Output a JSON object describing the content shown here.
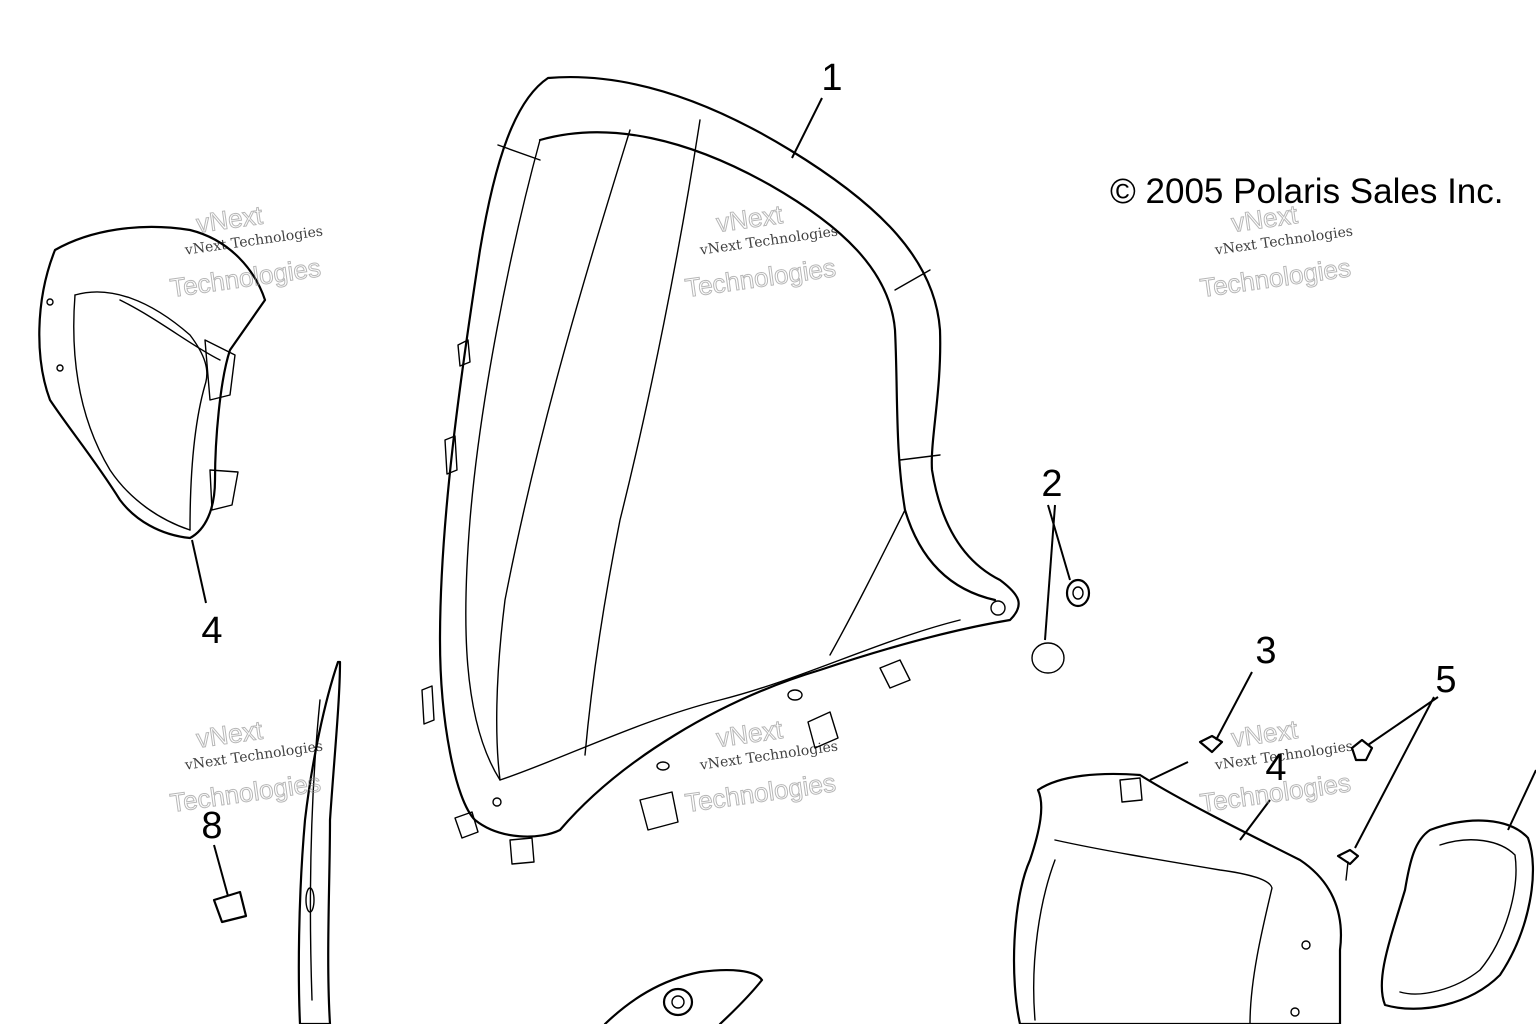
{
  "copyright": "© 2005 Polaris Sales Inc.",
  "callouts": {
    "c1": "1",
    "c2": "2",
    "c3": "3",
    "c4a": "4",
    "c4b": "4",
    "c5": "5",
    "c8": "8"
  },
  "watermark": {
    "line1": "vNext Technologies",
    "line2": "vNext",
    "line3": "Technologies"
  }
}
